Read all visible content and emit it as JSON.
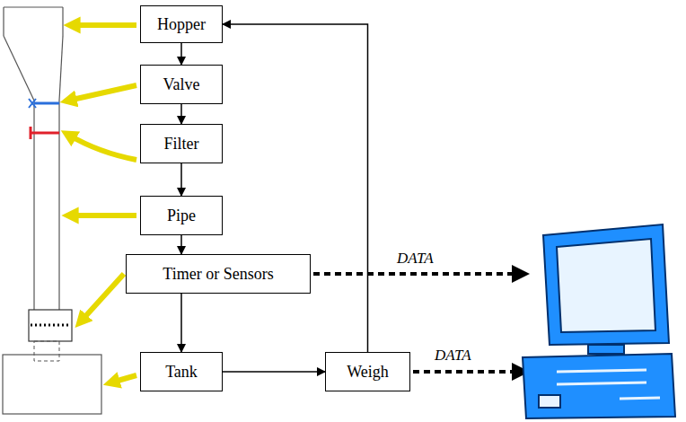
{
  "diagram": {
    "nodes": [
      {
        "text": [
          "Hopper"
        ]
      },
      {
        "text": [
          "Valve"
        ]
      },
      {
        "text": [
          "Filter"
        ]
      },
      {
        "text": [
          "Pipe"
        ]
      },
      {
        "text": [
          "Timer or Sensors"
        ]
      },
      {
        "text": [
          "Tank"
        ]
      },
      {
        "text": [
          "Weigh"
        ]
      }
    ],
    "edges": [
      {
        "from": 0,
        "to": 1,
        "arrow": "to"
      },
      {
        "from": 1,
        "to": 2,
        "arrow": "to"
      },
      {
        "from": 2,
        "to": 3,
        "arrow": "to"
      },
      {
        "from": 3,
        "to": 4,
        "arrow": "to"
      },
      {
        "from": 4,
        "to": 5,
        "arrow": "to"
      },
      {
        "from": 5,
        "to": 6,
        "arrow": "to"
      },
      {
        "from": 6,
        "to": 0,
        "arrow": "to"
      }
    ],
    "labels": [
      "DATA",
      "DATA"
    ]
  }
}
